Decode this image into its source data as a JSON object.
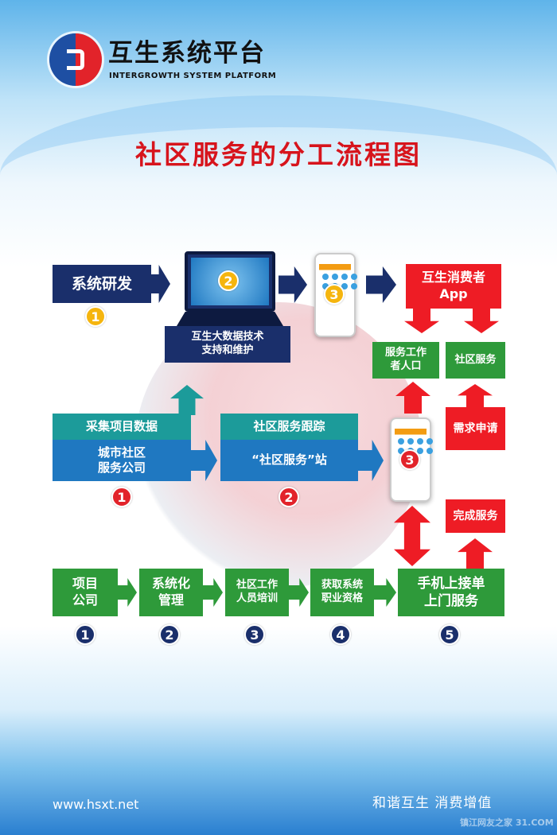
{
  "brand": {
    "name": "互生系统平台",
    "subtitle": "INTERGROWTH SYSTEM PLATFORM"
  },
  "title": "社区服务的分工流程图",
  "row1": {
    "rd": "系统研发",
    "rd_badge": "1",
    "laptop_badge": "2",
    "laptop_label": "互生大数据技术\n支持和维护",
    "phone_badge": "3",
    "app": "互生消费者\nApp"
  },
  "right": {
    "entry": "服务工作\n者人口",
    "community": "社区服务",
    "request": "需求申请",
    "done": "完成服务",
    "phone_badge": "3"
  },
  "row2": {
    "collect": "采集项目数据",
    "company": "城市社区\n服务公司",
    "badge1": "1",
    "track": "社区服务跟踪",
    "station": "“社区服务”站",
    "badge2": "2"
  },
  "row3": {
    "steps": [
      {
        "label": "项目\n公司",
        "num": "1"
      },
      {
        "label": "系统化\n管理",
        "num": "2"
      },
      {
        "label": "社区工作\n人员培训",
        "num": "3"
      },
      {
        "label": "获取系统\n职业资格",
        "num": "4"
      },
      {
        "label": "手机上接单\n上门服务",
        "num": "5"
      }
    ]
  },
  "footer": {
    "url": "www.hsxt.net",
    "slogan": "和谐互生  消费增值",
    "watermark": "镇江网友之家 31.COM"
  },
  "colors": {
    "navy": "#1a2f6b",
    "red": "#ee1c25",
    "green": "#2e9a3a",
    "teal": "#1c9b9a",
    "blue": "#1f78c1",
    "yellow": "#f5b50e"
  }
}
